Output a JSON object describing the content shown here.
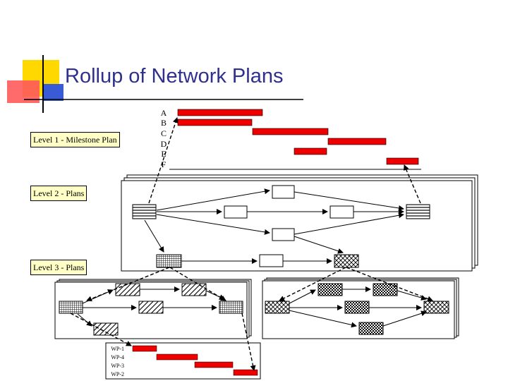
{
  "title": "Rollup of Network Plans",
  "levels": {
    "level1": "Level 1 - Milestone Plan",
    "level2": "Level 2 - Plans",
    "level3": "Level 3 - Plans"
  },
  "milestone_rows": [
    "A",
    "B",
    "C",
    "D",
    "E",
    "F"
  ],
  "work_package_rows": [
    "WP-1",
    "WP-4",
    "WP-3",
    "WP-2"
  ],
  "colors": {
    "title": "#2f2f8f",
    "bar": "#ee0000",
    "label_fill": "#ffffc6",
    "deco_yellow": "#ffd800",
    "deco_red": "#ff5a5a",
    "deco_blue": "#3a5bd6"
  }
}
